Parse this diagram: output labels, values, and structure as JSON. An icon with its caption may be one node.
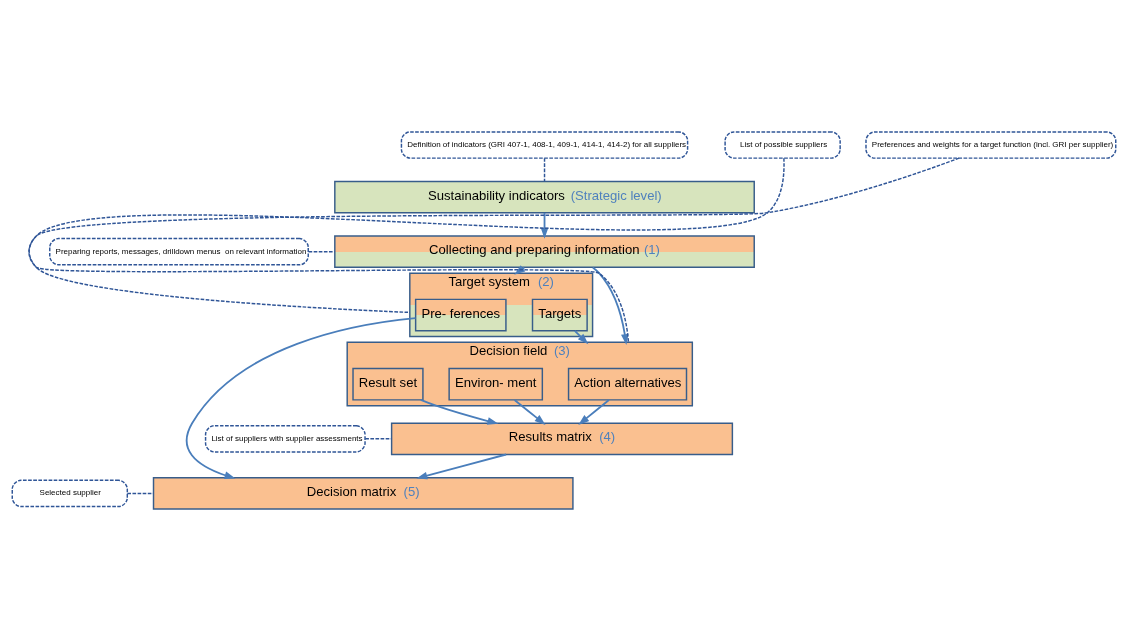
{
  "diagram": {
    "nodes": [
      {
        "text": [
          "Definition of indicators (GRI 407-1, 408-1, 409-1, 414-1, 414-2) for all suppliers"
        ]
      },
      {
        "text": [
          "Sustainability indicators",
          "(Strategic level)"
        ]
      },
      {
        "text": [
          "Preparing reports, messages, drilldown menus  on relevant information"
        ]
      },
      {
        "text": [
          "Collecting and preparing information",
          "(1)"
        ]
      },
      {
        "text": [
          "Preferences and weights for a target function (incl. GRI per supplier)"
        ]
      },
      {
        "text": [
          "Target system",
          "(2)"
        ]
      },
      {
        "text": [
          "Pre- ferences"
        ],
        "in": 5
      },
      {
        "text": [
          "Targets"
        ],
        "in": 5
      },
      {
        "text": [
          "Decision field",
          "(3)"
        ]
      },
      {
        "text": [
          "Action alternatives"
        ],
        "in": 8
      },
      {
        "text": [
          "Environ- ment"
        ],
        "in": 8
      },
      {
        "text": [
          "Result set"
        ],
        "in": 8
      },
      {
        "text": [
          "List of possible suppliers"
        ]
      },
      {
        "text": [
          "Results matrix",
          "(4)"
        ]
      },
      {
        "text": [
          "List of suppliers with supplier assessments"
        ]
      },
      {
        "text": [
          "Decision matrix",
          "(5)"
        ]
      },
      {
        "text": [
          "Selected supplier"
        ]
      }
    ],
    "edges": [
      {
        "from": 0,
        "to": 1,
        "arrow": "none",
        "style": "dashed",
        "color": "#2f5597"
      },
      {
        "from": 1,
        "to": 3,
        "arrow": "to"
      },
      {
        "from": 2,
        "to": 3,
        "arrow": "none",
        "style": "dashed",
        "color": "#2f5597"
      },
      {
        "from": 3,
        "to": 5,
        "arrow": "to"
      },
      {
        "from": 3,
        "to": 8,
        "arrow": "to"
      },
      {
        "from": 4,
        "to": 5,
        "arrow": "none",
        "style": "dashed",
        "color": "#2f5597"
      },
      {
        "from": 7,
        "to": 8,
        "arrow": "to"
      },
      {
        "from": 12,
        "to": 8,
        "arrow": "none",
        "style": "dashed",
        "color": "#2f5597"
      },
      {
        "from": 9,
        "to": 13,
        "arrow": "to"
      },
      {
        "from": 10,
        "to": 13,
        "arrow": "to"
      },
      {
        "from": 11,
        "to": 13,
        "arrow": "to"
      },
      {
        "from": 14,
        "to": 13,
        "arrow": "none",
        "style": "dashed",
        "color": "#2f5597"
      },
      {
        "from": 6,
        "to": 15,
        "arrow": "to"
      },
      {
        "from": 13,
        "to": 15,
        "arrow": "to"
      },
      {
        "from": 16,
        "to": 15,
        "arrow": "none",
        "style": "dashed",
        "color": "#2f5597"
      }
    ]
  }
}
